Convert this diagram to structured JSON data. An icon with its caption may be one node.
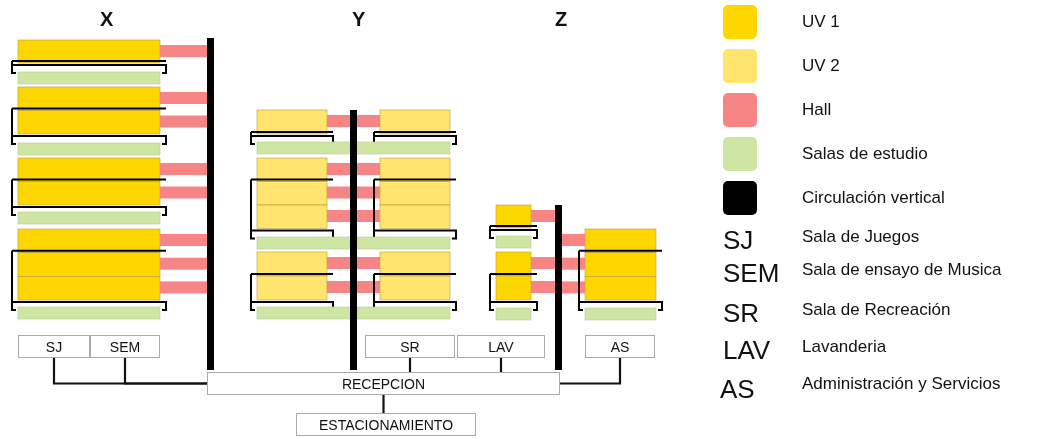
{
  "diagram": {
    "nodes": [
      {
        "text": [
          "SJ"
        ]
      },
      {
        "text": [
          "SEM"
        ]
      },
      {
        "text": [
          "SR"
        ]
      },
      {
        "text": [
          "LAV"
        ]
      },
      {
        "text": [
          "AS"
        ]
      },
      {
        "text": [
          "RECEPCION"
        ]
      },
      {
        "text": [
          "ESTACIONAMIENTO"
        ]
      }
    ],
    "edges": [
      {
        "from": 0,
        "to": 5,
        "arrow": "none"
      },
      {
        "from": 1,
        "to": 5,
        "arrow": "none"
      },
      {
        "from": 2,
        "to": 5,
        "arrow": "none"
      },
      {
        "from": 3,
        "to": 5,
        "arrow": "none"
      },
      {
        "from": 4,
        "to": 5,
        "arrow": "none"
      },
      {
        "from": 5,
        "to": 6,
        "arrow": "none"
      }
    ],
    "labels": [
      "X",
      "Y",
      "Z",
      "SJ",
      "Sala de Juegos",
      "SEM",
      "Sala de ensayo de Musica",
      "SR",
      "Sala de Recreación",
      "LAV",
      "Lavanderia",
      "AS",
      "Administración y Servicios"
    ],
    "legend": [
      {
        "text": "UV 1",
        "color": "#ffd700"
      },
      {
        "text": "UV 2",
        "color": "#ffe56e"
      },
      {
        "text": "Hall",
        "color": "#f88585"
      },
      {
        "text": "Salas de estudio",
        "color": "#cfe5a3"
      },
      {
        "text": "Circulación vertical",
        "color": "#000000"
      }
    ]
  }
}
